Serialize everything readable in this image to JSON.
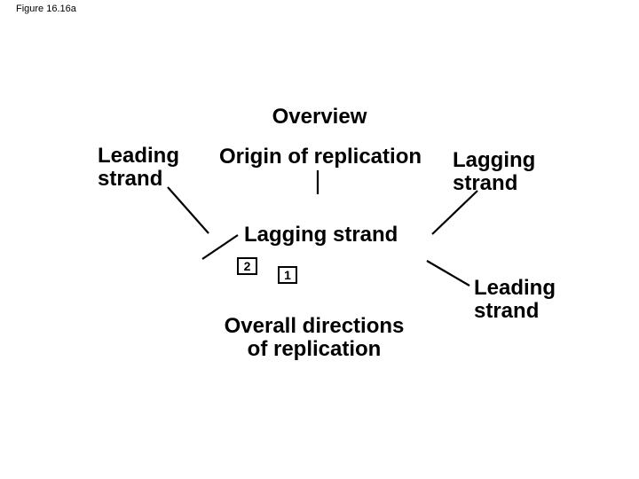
{
  "colors": {
    "background": "#ffffff",
    "text": "#000000",
    "line": "#000000"
  },
  "figure_label": "Figure 16.16a",
  "slide": {
    "title": "Overview",
    "labels": {
      "leading_strand_top_left": "Leading\nstrand",
      "origin_of_replication": "Origin of replication",
      "lagging_strand_top_right": "Lagging\nstrand",
      "lagging_strand_center": "Lagging strand",
      "leading_strand_right": "Leading\nstrand",
      "overall_directions": "Overall directions\nof replication"
    },
    "step_markers": [
      {
        "number": "2"
      },
      {
        "number": "1"
      }
    ]
  }
}
